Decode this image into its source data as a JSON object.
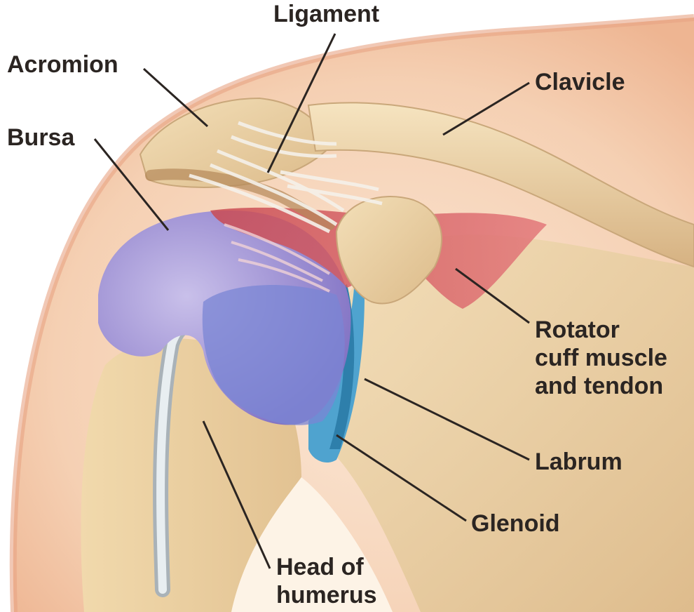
{
  "labels": {
    "ligament": "Ligament",
    "acromion": "Acromion",
    "clavicle": "Clavicle",
    "bursa": "Bursa",
    "rotator_cuff": "Rotator\ncuff muscle\nand tendon",
    "labrum": "Labrum",
    "glenoid": "Glenoid",
    "head_of_humerus": "Head of\nhumerus"
  },
  "colors": {
    "skin": "#f2c7a8",
    "bone": "#ead0a2",
    "bone_shadow": "#c9a77a",
    "muscle": "#d9565a",
    "bursa": "#a999d6",
    "cartilage": "#6fb5d8",
    "leader_line": "#2b2522"
  }
}
